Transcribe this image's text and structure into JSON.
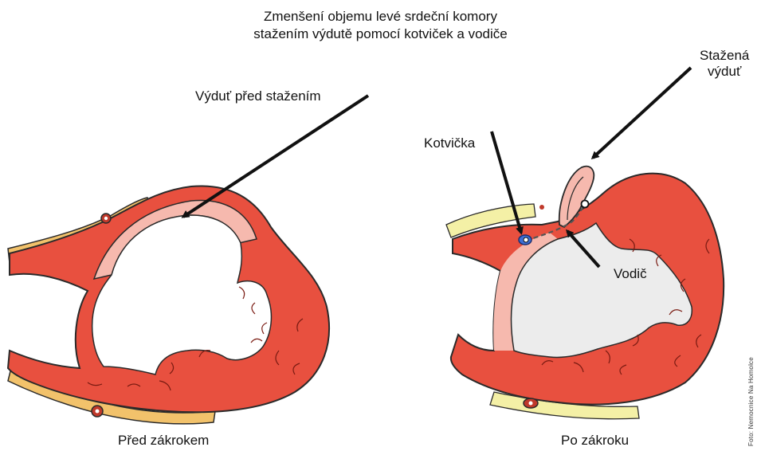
{
  "title": {
    "line1": "Zmenšení objemu levé srdeční komory",
    "line2": "stažením výdutě pomocí kotviček a vodiče"
  },
  "labels": {
    "aneurysm_before": "Výduť před stažením",
    "aneurysm_contracted_line1": "Stažená",
    "aneurysm_contracted_line2": "výduť",
    "anchor": "Kotvička",
    "guidewire": "Vodič"
  },
  "captions": {
    "before": "Před zákrokem",
    "after": "Po zákroku"
  },
  "credit": "Foto: Nemocnice Na Homolce",
  "colors": {
    "myocardium": "#e8503f",
    "myocardium_light": "#f6b9ae",
    "outline": "#2a2a2a",
    "fat": "#f2c26b",
    "pericardium_yellow": "#f4f0a6",
    "cavity": "#ffffff",
    "cavity_after": "#ececec",
    "anchor_blue": "#3f6fd6"
  }
}
